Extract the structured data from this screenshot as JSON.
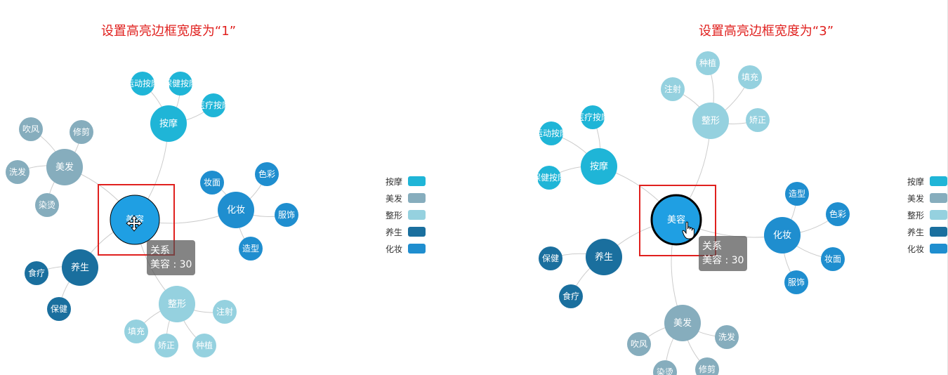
{
  "panels": [
    {
      "title": "设置高亮边框宽度为“1”",
      "tooltip": {
        "title": "关系",
        "body": "美容 : 30"
      }
    },
    {
      "title": "设置高亮边框宽度为“3”",
      "tooltip": {
        "title": "关系",
        "body": "美容 : 30"
      }
    }
  ],
  "legend": [
    {
      "label": "按摩",
      "color": "#1fb5d7"
    },
    {
      "label": "美发",
      "color": "#86adbd"
    },
    {
      "label": "整形",
      "color": "#95d1df"
    },
    {
      "label": "养生",
      "color": "#1a6f9e"
    },
    {
      "label": "化妆",
      "color": "#1f8ecf"
    }
  ],
  "graph": {
    "root": "美容",
    "categories": {
      "按摩": [
        "运动按摩",
        "保健按摩",
        "医疗按摩"
      ],
      "美发": [
        "吹风",
        "修剪",
        "洗发",
        "染烫"
      ],
      "化妆": [
        "妆面",
        "色彩",
        "服饰",
        "造型"
      ],
      "养生": [
        "食疗",
        "保健"
      ],
      "整形": [
        "注射",
        "填充",
        "矫正",
        "种植"
      ]
    },
    "highlight_border_width": [
      1,
      3
    ]
  },
  "icons": {
    "left_cursor": "move-cursor-icon",
    "right_cursor": "hand-pointer-icon"
  }
}
